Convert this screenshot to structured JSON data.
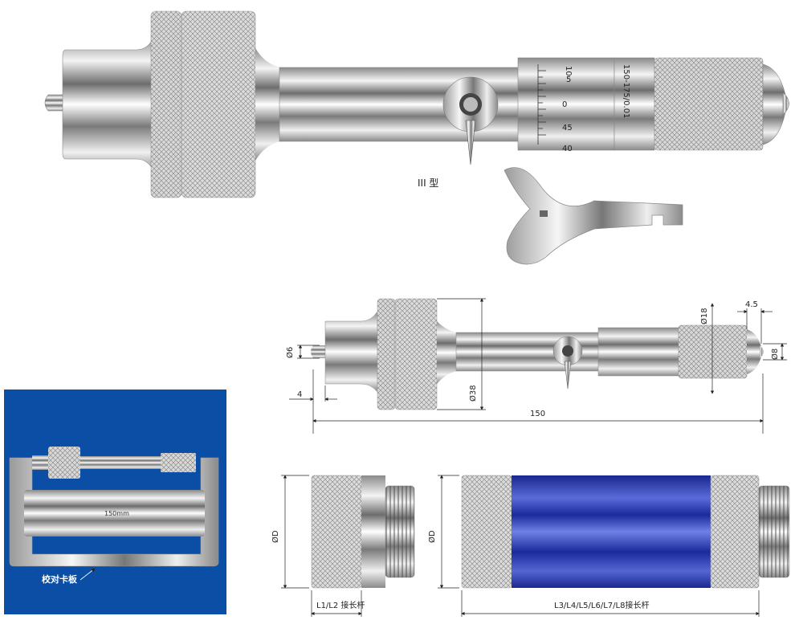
{
  "model_label": "III 型",
  "scale_main": [
    "10",
    "5",
    "0",
    "45",
    "40"
  ],
  "barrel_marking": "150-175/0.01",
  "dimensions": {
    "tip_dia": "Ø6",
    "tip_len": "4",
    "head_dia": "Ø38",
    "body_len": "150",
    "knob_dia": "Ø18",
    "end_len": "4.5",
    "end_dia": "Ø8",
    "rod_dia_a": "ØD",
    "rod_dia_b": "ØD",
    "rod_short": "L1/L2 接长杆",
    "rod_long": "L3/L4/L5/L6/L7/L8接长杆"
  },
  "inset": {
    "rod_marking": "150mm",
    "caption": "校对卡板"
  },
  "colors": {
    "inset_bg": "#0a4ea5",
    "rod_blue": "#1f2f9e",
    "steel_light": "#f4f4f4",
    "steel_dark": "#6d6d6d"
  }
}
